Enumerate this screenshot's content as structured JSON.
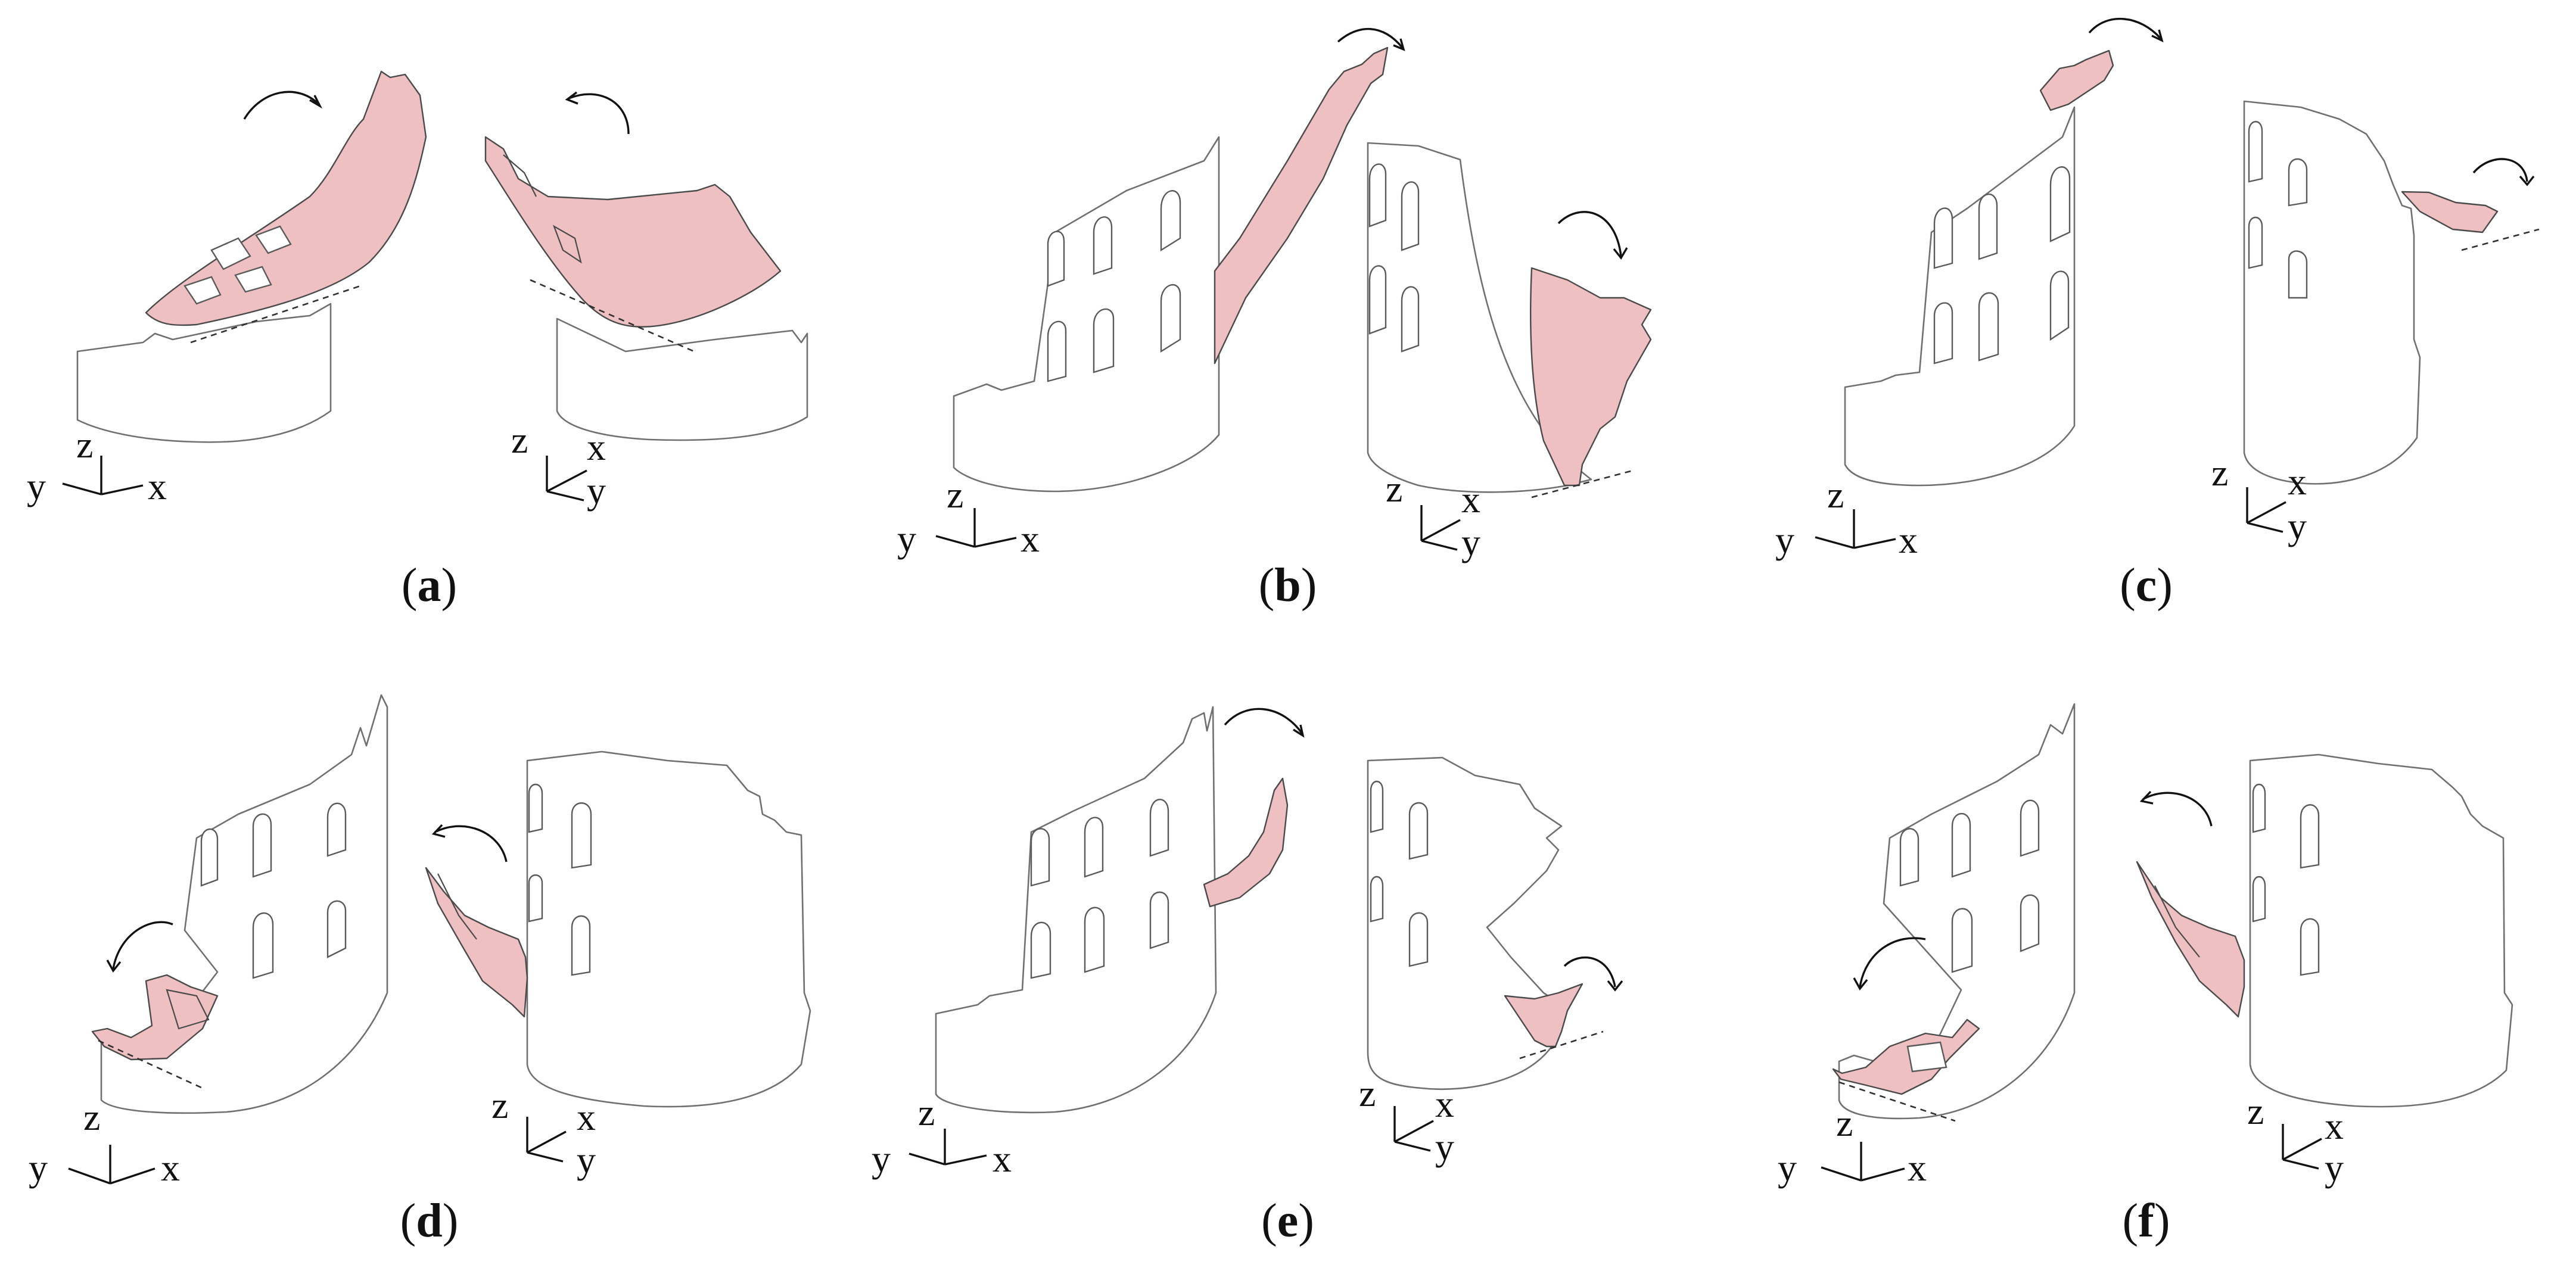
{
  "figure": {
    "panels": [
      {
        "id": "a",
        "caption": "a",
        "left_axes": {
          "z": "z",
          "y": "y",
          "x": "x"
        },
        "right_axes": {
          "z": "z",
          "x": "x",
          "y": "y"
        }
      },
      {
        "id": "b",
        "caption": "b",
        "left_axes": {
          "z": "z",
          "y": "y",
          "x": "x"
        },
        "right_axes": {
          "z": "z",
          "x": "x",
          "y": "y"
        }
      },
      {
        "id": "c",
        "caption": "c",
        "left_axes": {
          "z": "z",
          "y": "y",
          "x": "x"
        },
        "right_axes": {
          "z": "z",
          "x": "x",
          "y": "y"
        }
      },
      {
        "id": "d",
        "caption": "d",
        "left_axes": {
          "z": "z",
          "y": "y",
          "x": "x"
        },
        "right_axes": {
          "z": "z",
          "x": "x",
          "y": "y"
        }
      },
      {
        "id": "e",
        "caption": "e",
        "left_axes": {
          "z": "z",
          "y": "y",
          "x": "x"
        },
        "right_axes": {
          "z": "z",
          "x": "x",
          "y": "y"
        }
      },
      {
        "id": "f",
        "caption": "f",
        "left_axes": {
          "z": "z",
          "y": "y",
          "x": "x"
        },
        "right_axes": {
          "z": "z",
          "x": "x",
          "y": "y"
        }
      }
    ],
    "colors": {
      "fragment": "#efc0c2",
      "outline": "#707070",
      "ink": "#111111"
    }
  }
}
